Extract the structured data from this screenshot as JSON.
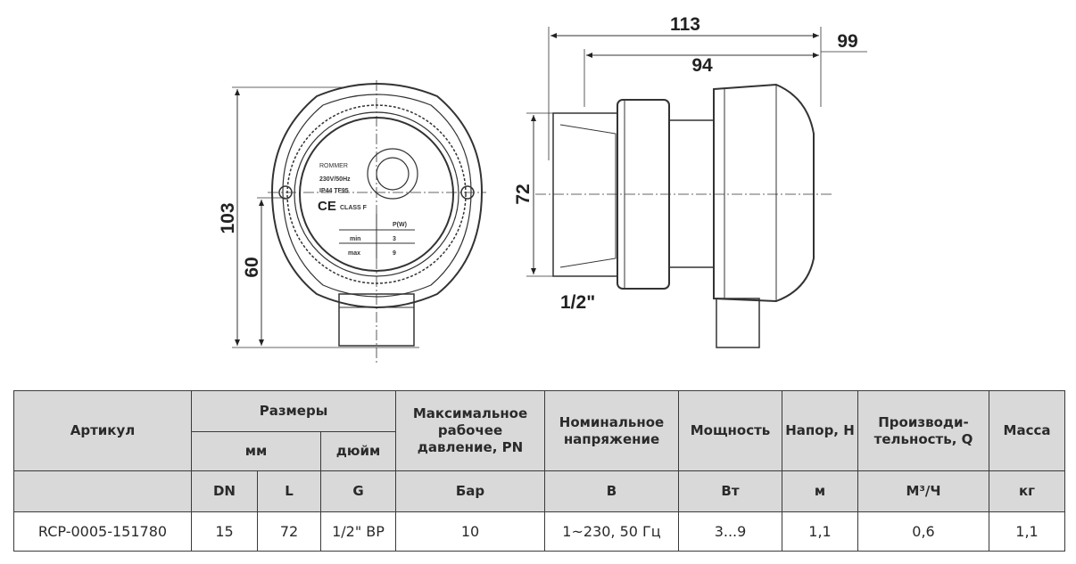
{
  "drawing": {
    "front_view": {
      "dim_height_total": "103",
      "dim_height_axis": "60",
      "label_brand": "ROMMER",
      "label_line1": "230V/50Hz",
      "label_line2": "IP44 TF95",
      "label_ce": "CE",
      "label_class": "CLASS F",
      "power_table_header": "P(W)",
      "power_rows": [
        {
          "label": "min",
          "value": "3"
        },
        {
          "label": "max",
          "value": "9"
        }
      ]
    },
    "side_view": {
      "dim_length_total": "113",
      "dim_length_outer": "99",
      "dim_length_body": "94",
      "dim_port_height": "72",
      "dim_thread": "1/2\""
    }
  },
  "table": {
    "headers": {
      "article": "Артикул",
      "dimensions": "Размеры",
      "mm": "мм",
      "inch": "дюйм",
      "pressure": "Максимальное рабочее давление, PN",
      "voltage": "Номинальное напряжение",
      "power": "Мощность",
      "head": "Напор, Н",
      "flow": "Производи-тельность, Q",
      "mass": "Масса"
    },
    "units": {
      "dn": "DN",
      "l": "L",
      "g": "G",
      "pressure": "Бар",
      "voltage": "В",
      "power": "Вт",
      "head": "м",
      "flow": "М³/Ч",
      "mass": "кг"
    },
    "rows": [
      {
        "article": "RCP-0005-151780",
        "dn": "15",
        "l": "72",
        "g": "1/2\" ВР",
        "pressure": "10",
        "voltage": "1~230, 50 Гц",
        "power": "3...9",
        "head": "1,1",
        "flow": "0,6",
        "mass": "1,1"
      }
    ]
  }
}
